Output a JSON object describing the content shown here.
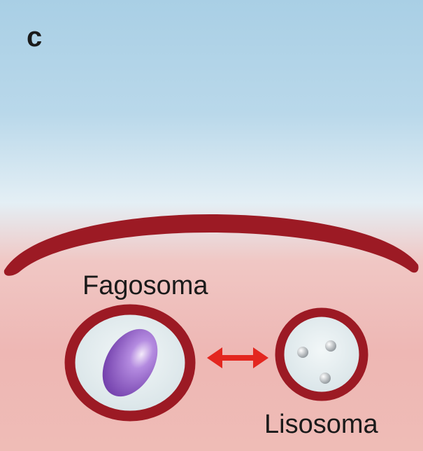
{
  "panel": {
    "letter": "c"
  },
  "labels": {
    "phagosome": "Fagosoma",
    "lysosome": "Lisosoma"
  },
  "colors": {
    "membrane": "#9c1a24",
    "arrow": "#e3261f",
    "particle": "#8e54c4",
    "vesicle_fill": "#dfe8ea"
  },
  "icons": {
    "interaction_arrow": "double-headed-arrow-icon"
  }
}
